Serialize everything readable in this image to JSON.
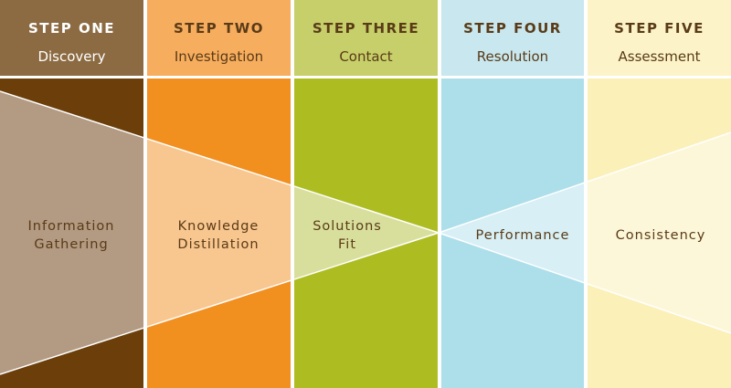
{
  "steps": [
    {
      "step": "STEP ONE",
      "title": "Discovery",
      "body": [
        "Information",
        "Gathering"
      ],
      "header_color": "#8c6b42",
      "header_text": "#ffffff",
      "column_color": "#6b3e0a",
      "overlay_color": "#b39a82"
    },
    {
      "step": "STEP TWO",
      "title": "Investigation",
      "body": [
        "Knowledge",
        "Distillation"
      ],
      "header_color": "#f7ad5e",
      "header_text": "#5a3b17",
      "column_color": "#f18f1f",
      "overlay_color": "#f8c68f"
    },
    {
      "step": "STEP THREE",
      "title": "Contact",
      "body": [
        "Solutions",
        "Fit"
      ],
      "header_color": "#c6cf6a",
      "header_text": "#5a3b17",
      "column_color": "#adbd21",
      "overlay_color": "#d8df9c"
    },
    {
      "step": "STEP FOUR",
      "title": "Resolution",
      "body": [
        "Performance"
      ],
      "header_color": "#c8e7ef",
      "header_text": "#5a3b17",
      "column_color": "#addfeb",
      "overlay_color": "#d7eff5"
    },
    {
      "step": "STEP FIVE",
      "title": "Assessment",
      "body": [
        "Consistency"
      ],
      "header_color": "#fcf4c8",
      "header_text": "#5a3b17",
      "column_color": "#fbf0b7",
      "overlay_color": "#fdf7d9"
    }
  ]
}
